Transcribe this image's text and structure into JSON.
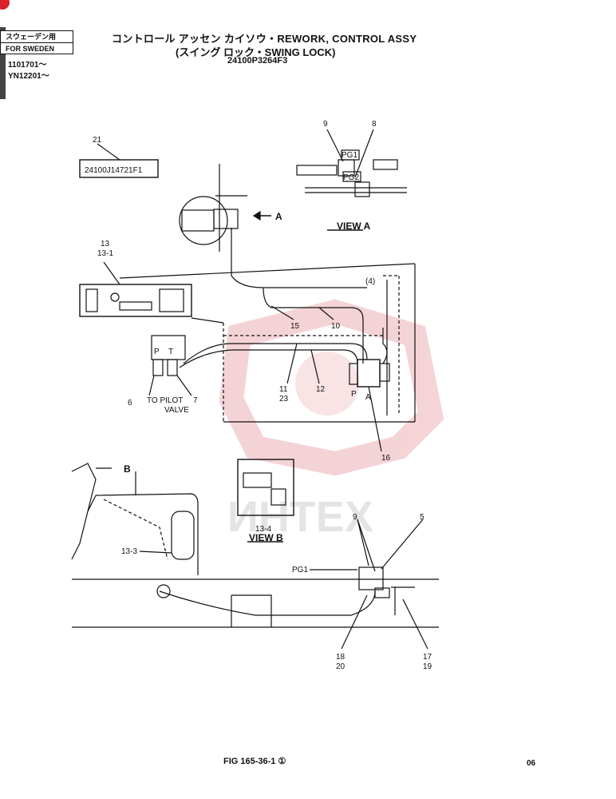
{
  "header": {
    "region_badge": [
      "スウェーデン用",
      "FOR SWEDEN"
    ],
    "serials": [
      "1101701～",
      "YN12201～"
    ],
    "title_line1": "コントロール アッセン カイソウ・REWORK, CONTROL ASSY",
    "title_line2": "(スイング ロック・SWING LOCK)",
    "part_number": "24100P3264F3"
  },
  "diagram": {
    "part_label_box": "24100J14721F1",
    "view_a_label": "VIEW A",
    "view_b_label": "VIEW B",
    "arrow_a": "A",
    "arrow_b": "B",
    "to_pilot_valve": [
      "TO PILOT",
      "VALVE"
    ],
    "ports": {
      "p": "P",
      "t": "T",
      "a": "A"
    },
    "gauges": {
      "pg1": "PG1",
      "pg2": "PG2"
    },
    "callouts": {
      "c21": "21",
      "c9_top": "9",
      "c8_top": "8",
      "c13": "13",
      "c13_1": "13-1",
      "c15": "15",
      "c10": "10",
      "c6": "6",
      "c7": "7",
      "c11": "11",
      "c23": "23",
      "c12": "12",
      "c16": "16",
      "c13_3": "13-3",
      "c13_4": "13-4",
      "c9_low": "9",
      "c5": "5",
      "c18": "18",
      "c20": "20",
      "c17": "17",
      "c19": "19",
      "c4": "(4)"
    },
    "watermark": "ИНТЕХ"
  },
  "footer": {
    "figure": "FIG 165-36-1 ①",
    "page": "06"
  },
  "colors": {
    "ink": "#111111",
    "watermark": "#e8a0a6",
    "corner_mark": "#d8232a"
  }
}
